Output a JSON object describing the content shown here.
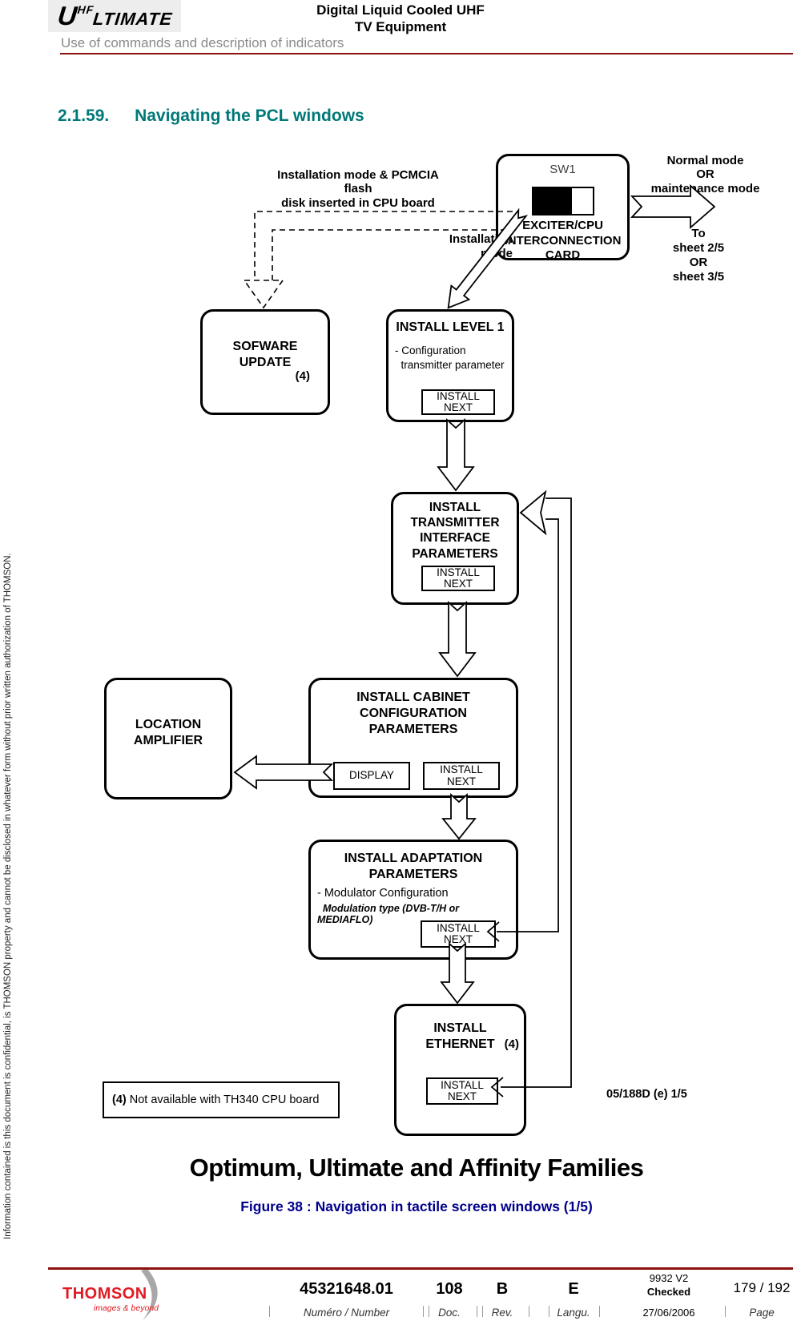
{
  "header": {
    "logo_u": "U",
    "logo_hf": "HF",
    "logo_rest": "LTIMATE",
    "title_line1": "Digital Liquid Cooled UHF",
    "title_line2": "TV Equipment",
    "subtitle": "Use of commands and description of indicators"
  },
  "heading": {
    "number": "2.1.59.",
    "text": "Navigating the PCL windows"
  },
  "sidebar": {
    "confidentiality": "Information contained is this document is confidential, is THOMSON property and cannot be disclosed in whatever form without prior written authorization of THOMSON."
  },
  "diagram": {
    "exciter": {
      "switch_label": "SW1",
      "title": "EXCITER/CPU\nINTERCONNECTION\nCARD"
    },
    "labels": {
      "pcmcia": "Installation mode & PCMCIA flash\ndisk inserted in CPU board",
      "installation_mode": "Installation\nmode",
      "normal_mode": "Normal mode\nOR\nmaintenance mode",
      "to_sheet": "To\nsheet 2/5\nOR\nsheet 3/5",
      "doc_ref": "05/188D (e) 1/5"
    },
    "boxes": {
      "sofware": {
        "title": "SOFWARE\nUPDATE",
        "note": "(4)"
      },
      "level1": {
        "title": "INSTALL  LEVEL 1",
        "desc": "- Configuration\n  transmitter parameter",
        "button": "INSTALL\nNEXT"
      },
      "transmitter": {
        "title": "INSTALL\nTRANSMITTER\nINTERFACE\nPARAMETERS",
        "button": "INSTALL\nNEXT"
      },
      "location": {
        "title": "LOCATION\nAMPLIFIER"
      },
      "cabinet": {
        "title": "INSTALL CABINET\nCONFIGURATION\nPARAMETERS",
        "display_button": "DISPLAY",
        "next_button": "INSTALL\nNEXT"
      },
      "adaptation": {
        "title": "INSTALL  ADAPTATION\nPARAMETERS",
        "desc1": "- Modulator Configuration",
        "desc2": "  Modulation type (DVB-T/H or MEDIAFLO)",
        "button": "INSTALL\nNEXT"
      },
      "ethernet": {
        "title": "INSTALL\nETHERNET",
        "note": "(4)",
        "button": "INSTALL\nNEXT"
      }
    },
    "note": {
      "prefix": "(4)",
      "text": " Not available with TH340 CPU board"
    }
  },
  "families_title": "Optimum, Ultimate and Affinity Families",
  "figure_caption": "Figure 38 : Navigation in tactile screen windows (1/5)",
  "footer": {
    "brand": "THOMSON",
    "tagline": "images & beyond",
    "columns": [
      {
        "value": "45321648.01",
        "label": "Numéro / Number"
      },
      {
        "value": "108",
        "label": "Doc."
      },
      {
        "value": "B",
        "label": "Rev."
      },
      {
        "value": "E",
        "label": "Langu."
      }
    ],
    "checked": {
      "line1": "9932 V2",
      "line2": "Checked",
      "line3": "27/06/2006"
    },
    "page_col": {
      "value": "179 / 192",
      "label": "Page"
    }
  },
  "colors": {
    "accent_teal": "#007878",
    "line_red": "#8b1010",
    "caption_blue": "#00008b",
    "brand_red": "#e11a22"
  }
}
